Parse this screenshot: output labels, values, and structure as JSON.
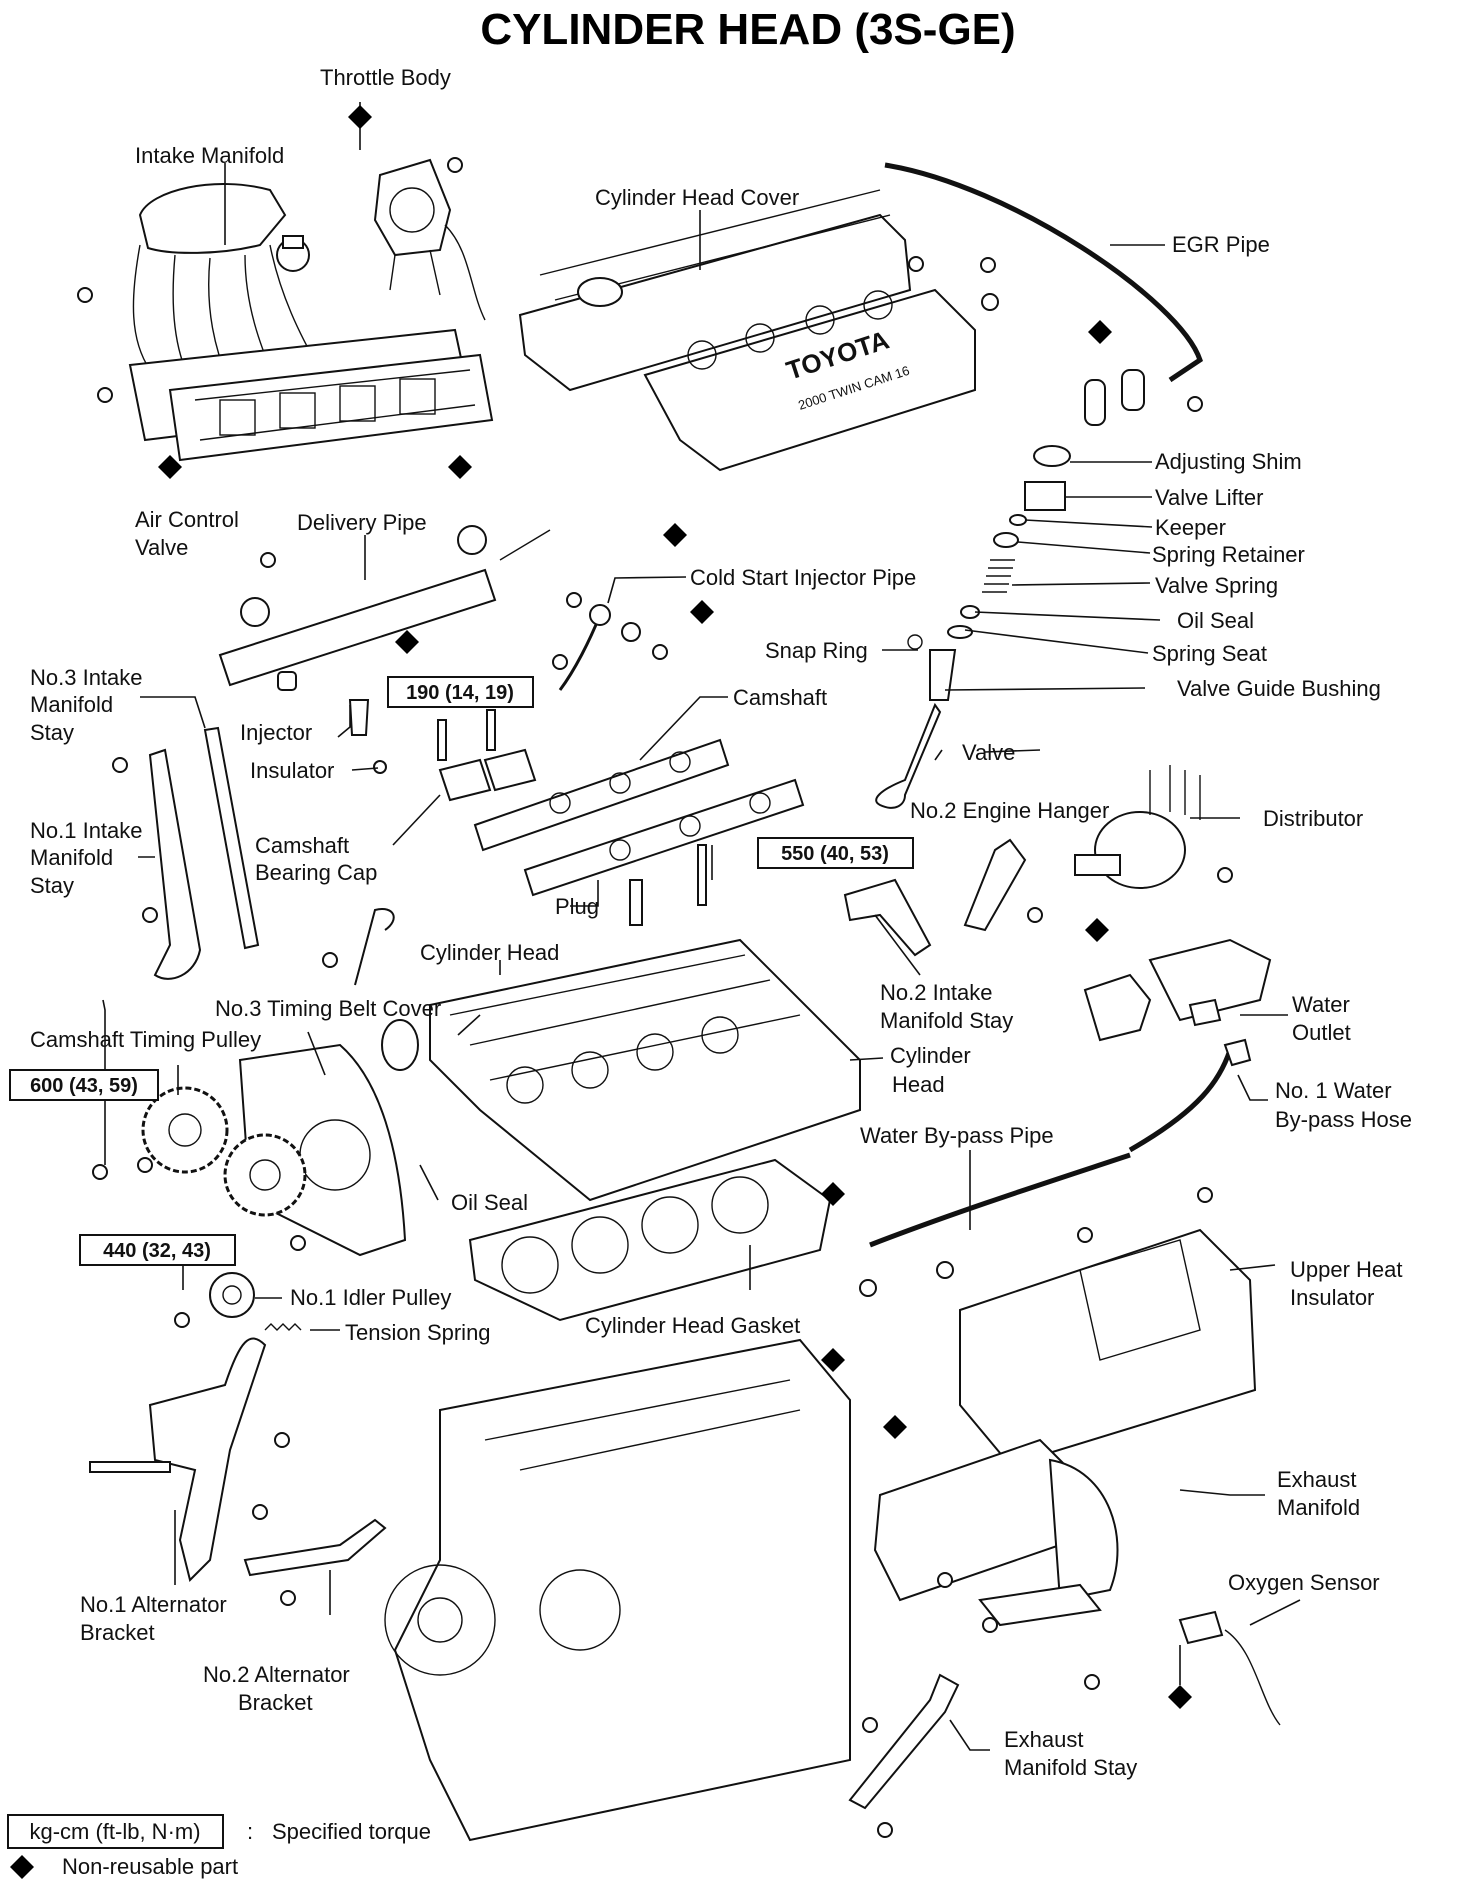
{
  "title": "CYLINDER HEAD (3S-GE)",
  "labels": {
    "throttle_body": "Throttle Body",
    "intake_manifold": "Intake Manifold",
    "cylinder_head_cover": "Cylinder Head Cover",
    "egr_pipe": "EGR Pipe",
    "adjusting_shim": "Adjusting Shim",
    "valve_lifter": "Valve Lifter",
    "keeper": "Keeper",
    "spring_retainer": "Spring Retainer",
    "valve_spring": "Valve Spring",
    "oil_seal_valve": "Oil Seal",
    "spring_seat": "Spring Seat",
    "valve_guide_bushing": "Valve Guide Bushing",
    "snap_ring": "Snap Ring",
    "air_control_valve_1": "Air Control",
    "air_control_valve_2": "Valve",
    "delivery_pipe": "Delivery Pipe",
    "cold_start_injector_pipe": "Cold Start Injector Pipe",
    "camshaft": "Camshaft",
    "no3_intake_stay_1": "No.3 Intake",
    "no3_intake_stay_2": "Manifold",
    "no3_intake_stay_3": "Stay",
    "injector": "Injector",
    "insulator": "Insulator",
    "valve": "Valve",
    "no2_engine_hanger": "No.2 Engine Hanger",
    "distributor": "Distributor",
    "no1_intake_stay_1": "No.1 Intake",
    "no1_intake_stay_2": "Manifold",
    "no1_intake_stay_3": "Stay",
    "camshaft_bearing_cap_1": "Camshaft",
    "camshaft_bearing_cap_2": "Bearing Cap",
    "plug": "Plug",
    "cylinder_head_top": "Cylinder Head",
    "no2_intake_stay_1": "No.2 Intake",
    "no2_intake_stay_2": "Manifold Stay",
    "water_outlet_1": "Water",
    "water_outlet_2": "Outlet",
    "no3_timing_belt_cover": "No.3 Timing Belt Cover",
    "camshaft_timing_pulley": "Camshaft Timing Pulley",
    "cylinder_head_side_1": "Cylinder",
    "cylinder_head_side_2": "Head",
    "no1_water_bypass_hose_1": "No. 1 Water",
    "no1_water_bypass_hose_2": "By-pass Hose",
    "water_bypass_pipe": "Water By-pass Pipe",
    "oil_seal_cam": "Oil Seal",
    "no1_idler_pulley": "No.1 Idler Pulley",
    "upper_heat_insulator_1": "Upper Heat",
    "upper_heat_insulator_2": "Insulator",
    "tension_spring": "Tension Spring",
    "cylinder_head_gasket": "Cylinder Head Gasket",
    "exhaust_manifold_1": "Exhaust",
    "exhaust_manifold_2": "Manifold",
    "oxygen_sensor": "Oxygen Sensor",
    "no1_alternator_bracket_1": "No.1 Alternator",
    "no1_alternator_bracket_2": "Bracket",
    "no2_alternator_bracket_1": "No.2 Alternator",
    "no2_alternator_bracket_2": "Bracket",
    "exhaust_manifold_stay_1": "Exhaust",
    "exhaust_manifold_stay_2": "Manifold Stay"
  },
  "torques": {
    "bearing_cap": "190 (14, 19)",
    "head_bolt": "550 (40,  53)",
    "cam_pulley": "600 (43, 59)",
    "idler_pulley": "440 (32, 43)"
  },
  "legend": {
    "torque_key": "kg-cm (ft-lb, N·m)",
    "torque_colon": ":",
    "torque_desc": "Specified torque",
    "nonreusable_desc": "Non-reusable part"
  },
  "cover_text": {
    "brand": "TOYOTA",
    "engine": "2000 TWIN CAM 16"
  }
}
